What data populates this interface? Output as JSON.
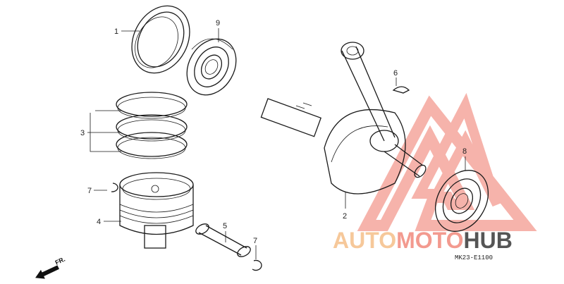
{
  "callouts": [
    {
      "id": "1",
      "text": "1"
    },
    {
      "id": "2",
      "text": "2"
    },
    {
      "id": "3",
      "text": "3"
    },
    {
      "id": "4",
      "text": "4"
    },
    {
      "id": "5",
      "text": "5"
    },
    {
      "id": "6",
      "text": "6"
    },
    {
      "id": "7a",
      "text": "7"
    },
    {
      "id": "7b",
      "text": "7"
    },
    {
      "id": "8",
      "text": "8"
    },
    {
      "id": "9",
      "text": "9"
    }
  ],
  "diagram_code": "MK23-E1100",
  "front_arrow_text": "FR.",
  "watermark": {
    "part1": "AUTO",
    "part2": "MOTO",
    "part3": "HUB",
    "color_primary": "#f39a8f",
    "color_secondary": "#f6c89a",
    "color_dark": "#555555"
  },
  "colors": {
    "line": "#1a1a1a",
    "watermark_triangle": "#f39a8f"
  }
}
